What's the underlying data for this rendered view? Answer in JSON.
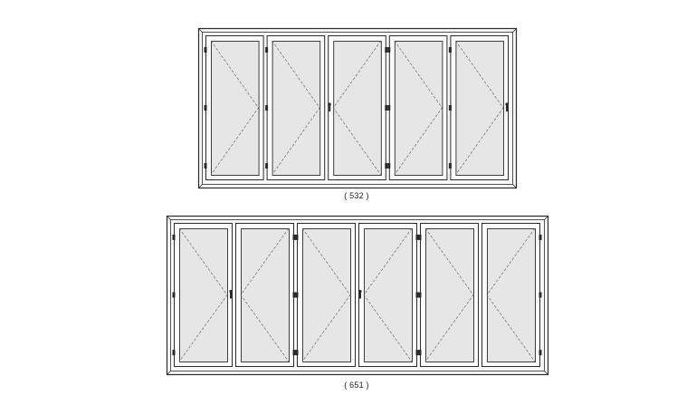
{
  "diagrams": [
    {
      "caption": "( 532 )",
      "panels": [
        {
          "hinge": "left",
          "handle": false
        },
        {
          "hinge": "left",
          "handle": false
        },
        {
          "hinge": "right",
          "handle": true
        },
        {
          "hinge": "left",
          "handle": false
        },
        {
          "hinge": "left",
          "handle": true
        }
      ]
    },
    {
      "caption": "( 651 )",
      "panels": [
        {
          "hinge": "left",
          "handle": true
        },
        {
          "hinge": "right",
          "handle": false
        },
        {
          "hinge": "left",
          "handle": false
        },
        {
          "hinge": "right",
          "handle": true
        },
        {
          "hinge": "left",
          "handle": false
        },
        {
          "hinge": "right",
          "handle": false
        }
      ]
    }
  ],
  "colors": {
    "frame": "#2b2b2b",
    "frame_fill": "#f7f7f7",
    "glass": "#e6e6e6",
    "dash": "#666666"
  }
}
